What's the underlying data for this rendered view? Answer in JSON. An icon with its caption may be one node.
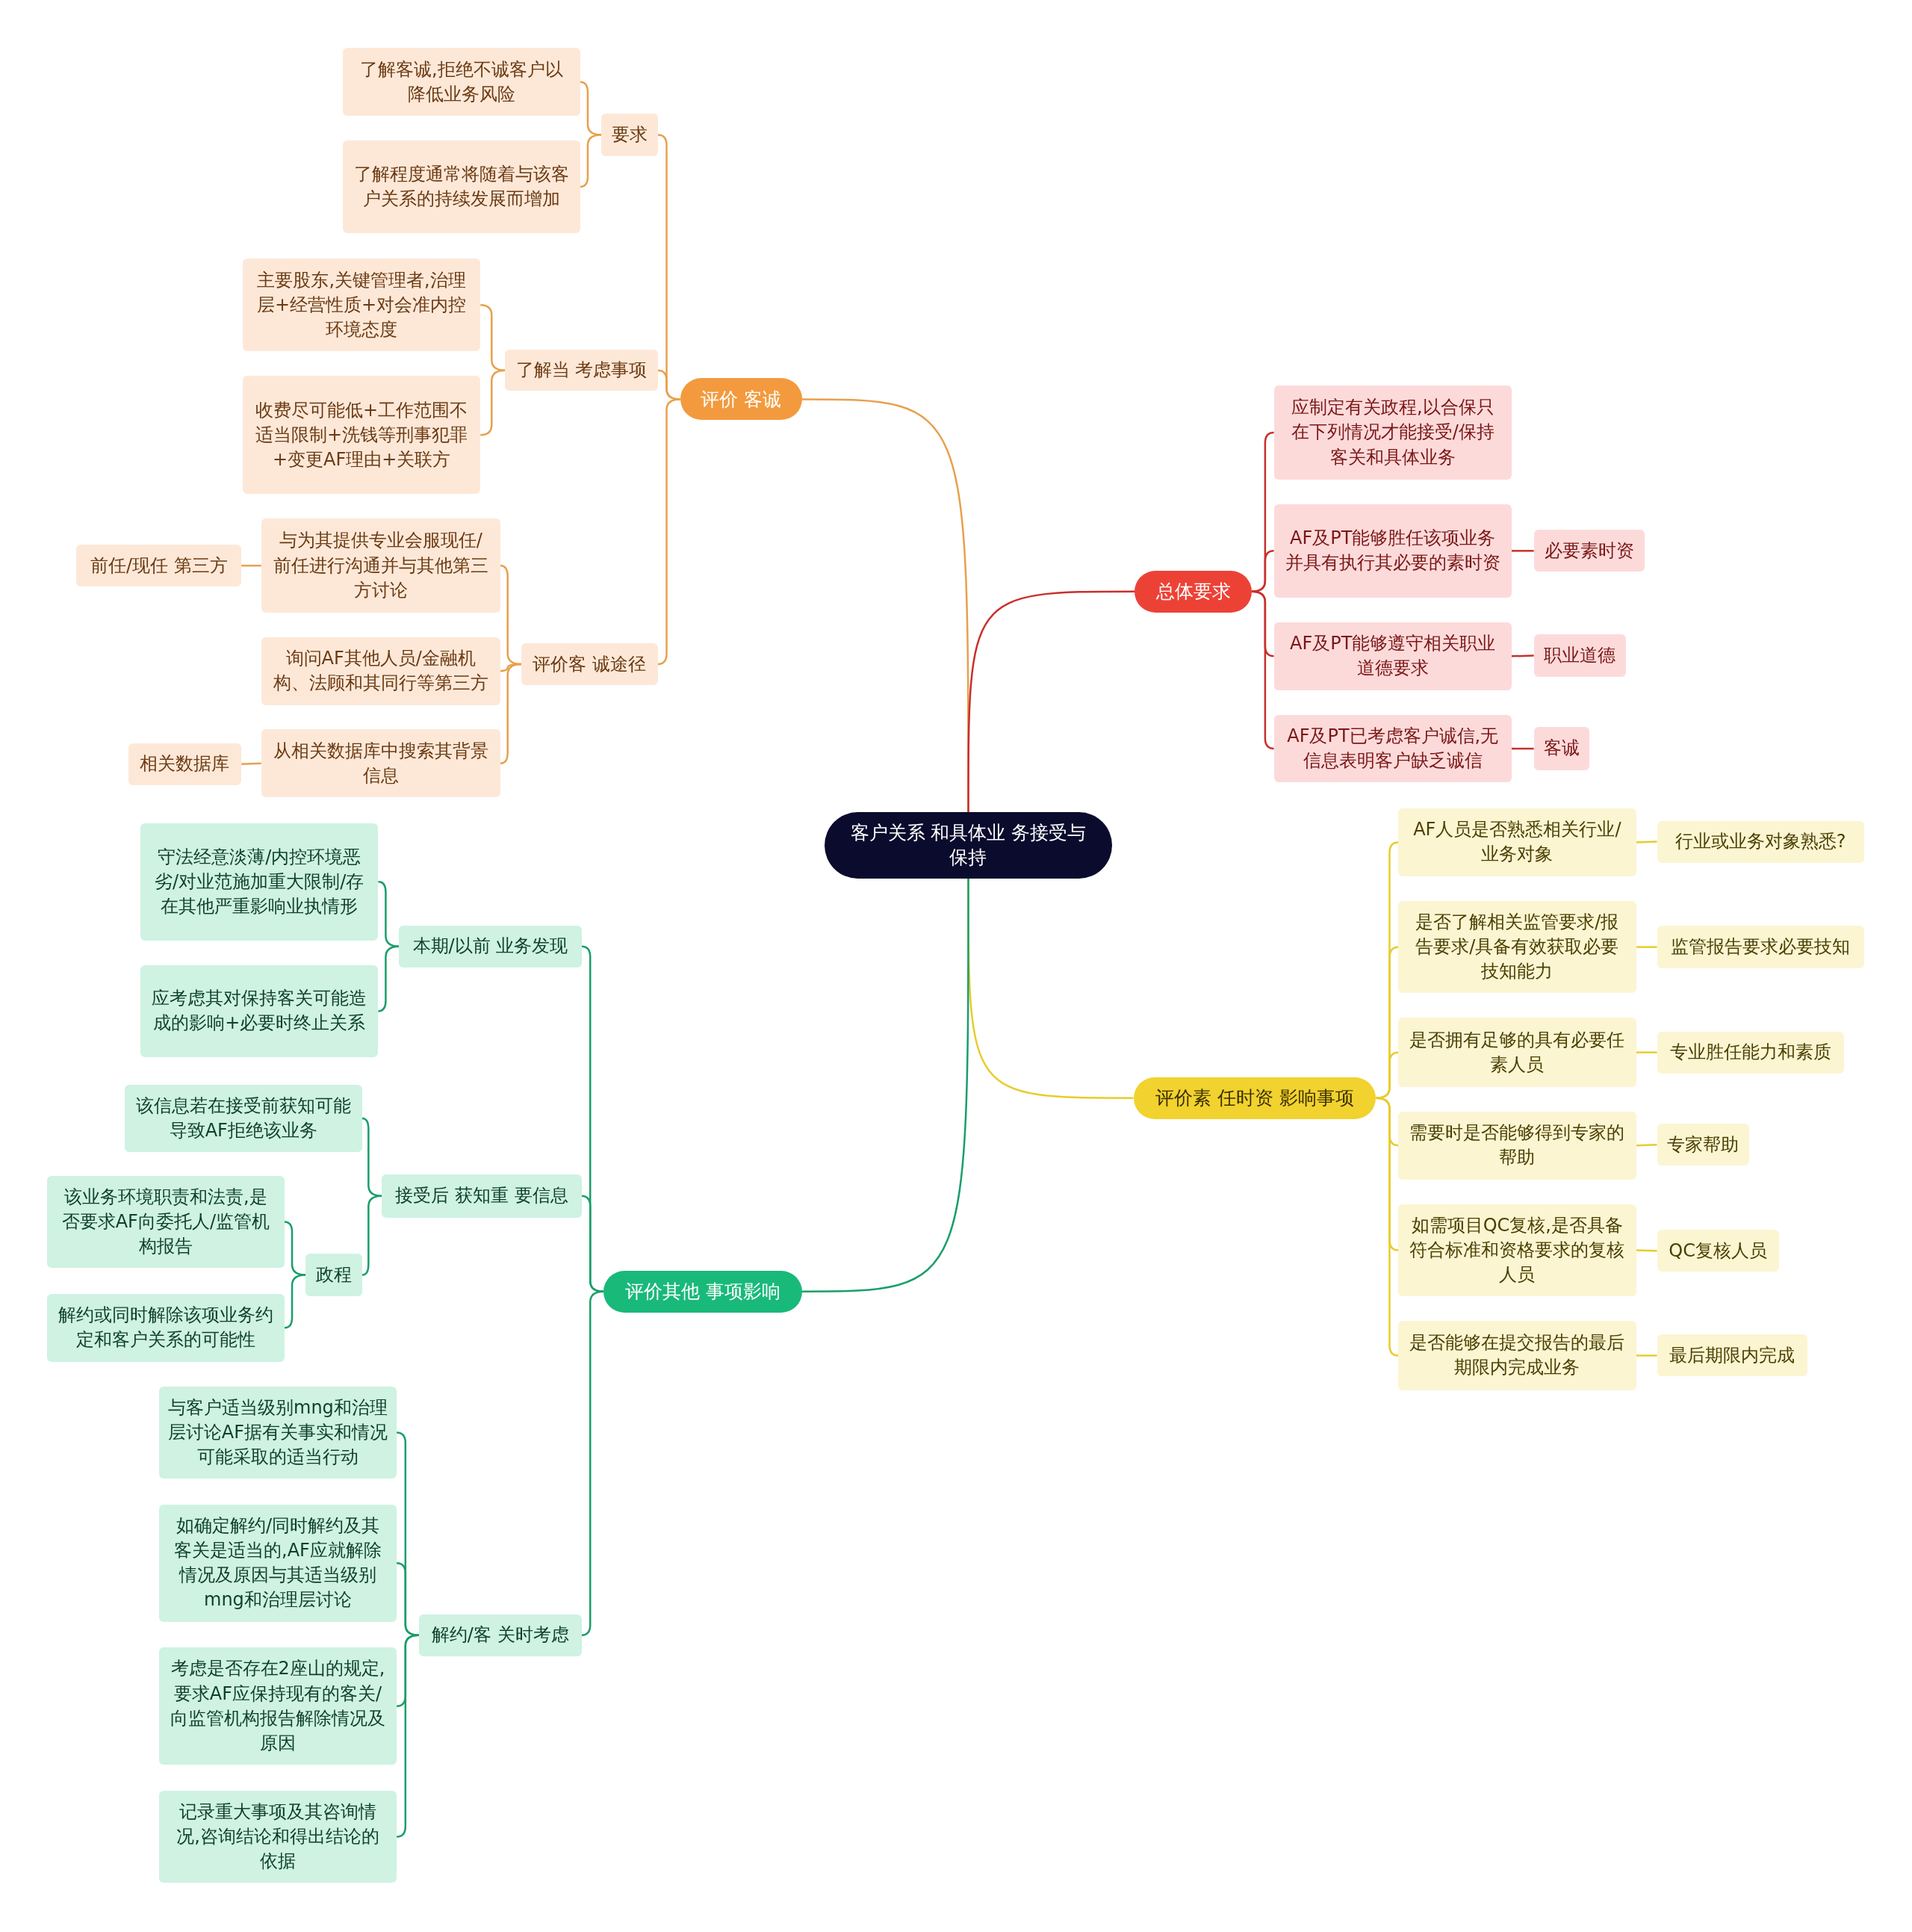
{
  "diagram": {
    "nodes": [
      {
        "text": [
          "客户关系 和具体业 务接受与保持"
        ]
      },
      {
        "text": [
          "评价 客诚"
        ]
      },
      {
        "text": [
          "要求"
        ]
      },
      {
        "text": [
          "了解客诚,拒绝不诚客户以降低业务风险"
        ]
      },
      {
        "text": [
          "了解程度通常将随着与该客户关系的持续发展而增加"
        ]
      },
      {
        "text": [
          "了解当 考虑事项"
        ]
      },
      {
        "text": [
          "主要股东,关键管理者,治理层+经营性质+对会准内控环境态度"
        ]
      },
      {
        "text": [
          "收费尽可能低+工作范围不适当限制+洗钱等刑事犯罪+变更AF理由+关联方"
        ]
      },
      {
        "text": [
          "评价客 诚途径"
        ]
      },
      {
        "text": [
          "与为其提供专业会服现任/前任进行沟通并与其他第三方讨论"
        ]
      },
      {
        "text": [
          "前任/现任 第三方"
        ]
      },
      {
        "text": [
          "询问AF其他人员/金融机构、法顾和其同行等第三方"
        ]
      },
      {
        "text": [
          "从相关数据库中搜索其背景信息"
        ]
      },
      {
        "text": [
          "相关数据库"
        ]
      },
      {
        "text": [
          "总体要求"
        ]
      },
      {
        "text": [
          "应制定有关政程,以合保只在下列情况才能接受/保持客关和具体业务"
        ]
      },
      {
        "text": [
          "AF及PT能够胜任该项业务并具有执行其必要的素时资"
        ]
      },
      {
        "text": [
          "必要素时资"
        ]
      },
      {
        "text": [
          "AF及PT能够遵守相关职业道德要求"
        ]
      },
      {
        "text": [
          "职业道德"
        ]
      },
      {
        "text": [
          "AF及PT已考虑客户诚信,无信息表明客户缺乏诚信"
        ]
      },
      {
        "text": [
          "客诚"
        ]
      },
      {
        "text": [
          "评价素 任时资 影响事项"
        ]
      },
      {
        "text": [
          "AF人员是否熟悉相关行业/业务对象"
        ]
      },
      {
        "text": [
          "行业或业务对象熟悉?"
        ]
      },
      {
        "text": [
          "是否了解相关监管要求/报告要求/具备有效获取必要技知能力"
        ]
      },
      {
        "text": [
          "监管报告要求必要技知"
        ]
      },
      {
        "text": [
          "是否拥有足够的具有必要任素人员"
        ]
      },
      {
        "text": [
          "专业胜任能力和素质"
        ]
      },
      {
        "text": [
          "需要时是否能够得到专家的帮助"
        ]
      },
      {
        "text": [
          "专家帮助"
        ]
      },
      {
        "text": [
          "如需项目QC复核,是否具备符合标准和资格要求的复核人员"
        ]
      },
      {
        "text": [
          "QC复核人员"
        ]
      },
      {
        "text": [
          "是否能够在提交报告的最后期限内完成业务"
        ]
      },
      {
        "text": [
          "最后期限内完成"
        ]
      },
      {
        "text": [
          "评价其他 事项影响"
        ]
      },
      {
        "text": [
          "本期/以前 业务发现"
        ]
      },
      {
        "text": [
          "守法经意淡薄/内控环境恶劣/对业范施加重大限制/存在其他严重影响业执情形"
        ]
      },
      {
        "text": [
          "应考虑其对保持客关可能造成的影响+必要时终止关系"
        ]
      },
      {
        "text": [
          "接受后 获知重 要信息"
        ]
      },
      {
        "text": [
          "该信息若在接受前获知可能导致AF拒绝该业务"
        ]
      },
      {
        "text": [
          "政程"
        ]
      },
      {
        "text": [
          "该业务环境职责和法责,是否要求AF向委托人/监管机构报告"
        ]
      },
      {
        "text": [
          "解约或同时解除该项业务约定和客户关系的可能性"
        ]
      },
      {
        "text": [
          "解约/客 关时考虑"
        ]
      },
      {
        "text": [
          "与客户适当级别mng和治理层讨论AF据有关事实和情况可能采取的适当行动"
        ]
      },
      {
        "text": [
          "如确定解约/同时解约及其客关是适当的,AF应就解除情况及原因与其适当级别mng和治理层讨论"
        ]
      },
      {
        "text": [
          "考虑是否存在2座山的规定,要求AF应保持现有的客关/向监管机构报告解除情况及原因"
        ]
      },
      {
        "text": [
          "记录重大事项及其咨询情况,咨询结论和得出结论的依据"
        ]
      }
    ],
    "edges": [
      {
        "from": 0,
        "to": 1,
        "arrow": "none",
        "color": "#e8a04c"
      },
      {
        "from": 1,
        "to": 2,
        "arrow": "none",
        "color": "#e8a04c"
      },
      {
        "from": 2,
        "to": 3,
        "arrow": "none",
        "color": "#e8a04c"
      },
      {
        "from": 2,
        "to": 4,
        "arrow": "none",
        "color": "#e8a04c"
      },
      {
        "from": 1,
        "to": 5,
        "arrow": "none",
        "color": "#e8a04c"
      },
      {
        "from": 5,
        "to": 6,
        "arrow": "none",
        "color": "#e8a04c"
      },
      {
        "from": 5,
        "to": 7,
        "arrow": "none",
        "color": "#e8a04c"
      },
      {
        "from": 1,
        "to": 8,
        "arrow": "none",
        "color": "#e8a04c"
      },
      {
        "from": 8,
        "to": 9,
        "arrow": "none",
        "color": "#e8a04c"
      },
      {
        "from": 9,
        "to": 10,
        "arrow": "none",
        "color": "#e8a04c"
      },
      {
        "from": 8,
        "to": 11,
        "arrow": "none",
        "color": "#e8a04c"
      },
      {
        "from": 8,
        "to": 12,
        "arrow": "none",
        "color": "#e8a04c"
      },
      {
        "from": 12,
        "to": 13,
        "arrow": "none",
        "color": "#e8a04c"
      },
      {
        "from": 0,
        "to": 14,
        "arrow": "none",
        "color": "#c8302c"
      },
      {
        "from": 14,
        "to": 15,
        "arrow": "none",
        "color": "#c8302c"
      },
      {
        "from": 14,
        "to": 16,
        "arrow": "none",
        "color": "#c8302c"
      },
      {
        "from": 16,
        "to": 17,
        "arrow": "none",
        "color": "#c8302c"
      },
      {
        "from": 14,
        "to": 18,
        "arrow": "none",
        "color": "#c8302c"
      },
      {
        "from": 18,
        "to": 19,
        "arrow": "none",
        "color": "#c8302c"
      },
      {
        "from": 14,
        "to": 20,
        "arrow": "none",
        "color": "#c8302c"
      },
      {
        "from": 20,
        "to": 21,
        "arrow": "none",
        "color": "#c8302c"
      },
      {
        "from": 0,
        "to": 22,
        "arrow": "none",
        "color": "#e8cc2c"
      },
      {
        "from": 22,
        "to": 23,
        "arrow": "none",
        "color": "#e8cc2c"
      },
      {
        "from": 23,
        "to": 24,
        "arrow": "none",
        "color": "#e8cc2c"
      },
      {
        "from": 22,
        "to": 25,
        "arrow": "none",
        "color": "#e8cc2c"
      },
      {
        "from": 25,
        "to": 26,
        "arrow": "none",
        "color": "#e8cc2c"
      },
      {
        "from": 22,
        "to": 27,
        "arrow": "none",
        "color": "#e8cc2c"
      },
      {
        "from": 27,
        "to": 28,
        "arrow": "none",
        "color": "#e8cc2c"
      },
      {
        "from": 22,
        "to": 29,
        "arrow": "none",
        "color": "#e8cc2c"
      },
      {
        "from": 29,
        "to": 30,
        "arrow": "none",
        "color": "#e8cc2c"
      },
      {
        "from": 22,
        "to": 31,
        "arrow": "none",
        "color": "#e8cc2c"
      },
      {
        "from": 31,
        "to": 32,
        "arrow": "none",
        "color": "#e8cc2c"
      },
      {
        "from": 22,
        "to": 33,
        "arrow": "none",
        "color": "#e8cc2c"
      },
      {
        "from": 33,
        "to": 34,
        "arrow": "none",
        "color": "#e8cc2c"
      },
      {
        "from": 0,
        "to": 35,
        "arrow": "none",
        "color": "#1a9e6a"
      },
      {
        "from": 35,
        "to": 36,
        "arrow": "none",
        "color": "#1a9e6a"
      },
      {
        "from": 36,
        "to": 37,
        "arrow": "none",
        "color": "#1a9e6a"
      },
      {
        "from": 36,
        "to": 38,
        "arrow": "none",
        "color": "#1a9e6a"
      },
      {
        "from": 35,
        "to": 39,
        "arrow": "none",
        "color": "#1a9e6a"
      },
      {
        "from": 39,
        "to": 40,
        "arrow": "none",
        "color": "#1a9e6a"
      },
      {
        "from": 39,
        "to": 41,
        "arrow": "none",
        "color": "#1a9e6a"
      },
      {
        "from": 41,
        "to": 42,
        "arrow": "none",
        "color": "#1a9e6a"
      },
      {
        "from": 41,
        "to": 43,
        "arrow": "none",
        "color": "#1a9e6a"
      },
      {
        "from": 35,
        "to": 44,
        "arrow": "none",
        "color": "#1a9e6a"
      },
      {
        "from": 44,
        "to": 45,
        "arrow": "none",
        "color": "#1a9e6a"
      },
      {
        "from": 44,
        "to": 46,
        "arrow": "none",
        "color": "#1a9e6a"
      },
      {
        "from": 44,
        "to": 47,
        "arrow": "none",
        "color": "#1a9e6a"
      },
      {
        "from": 44,
        "to": 48,
        "arrow": "none",
        "color": "#1a9e6a"
      }
    ]
  }
}
